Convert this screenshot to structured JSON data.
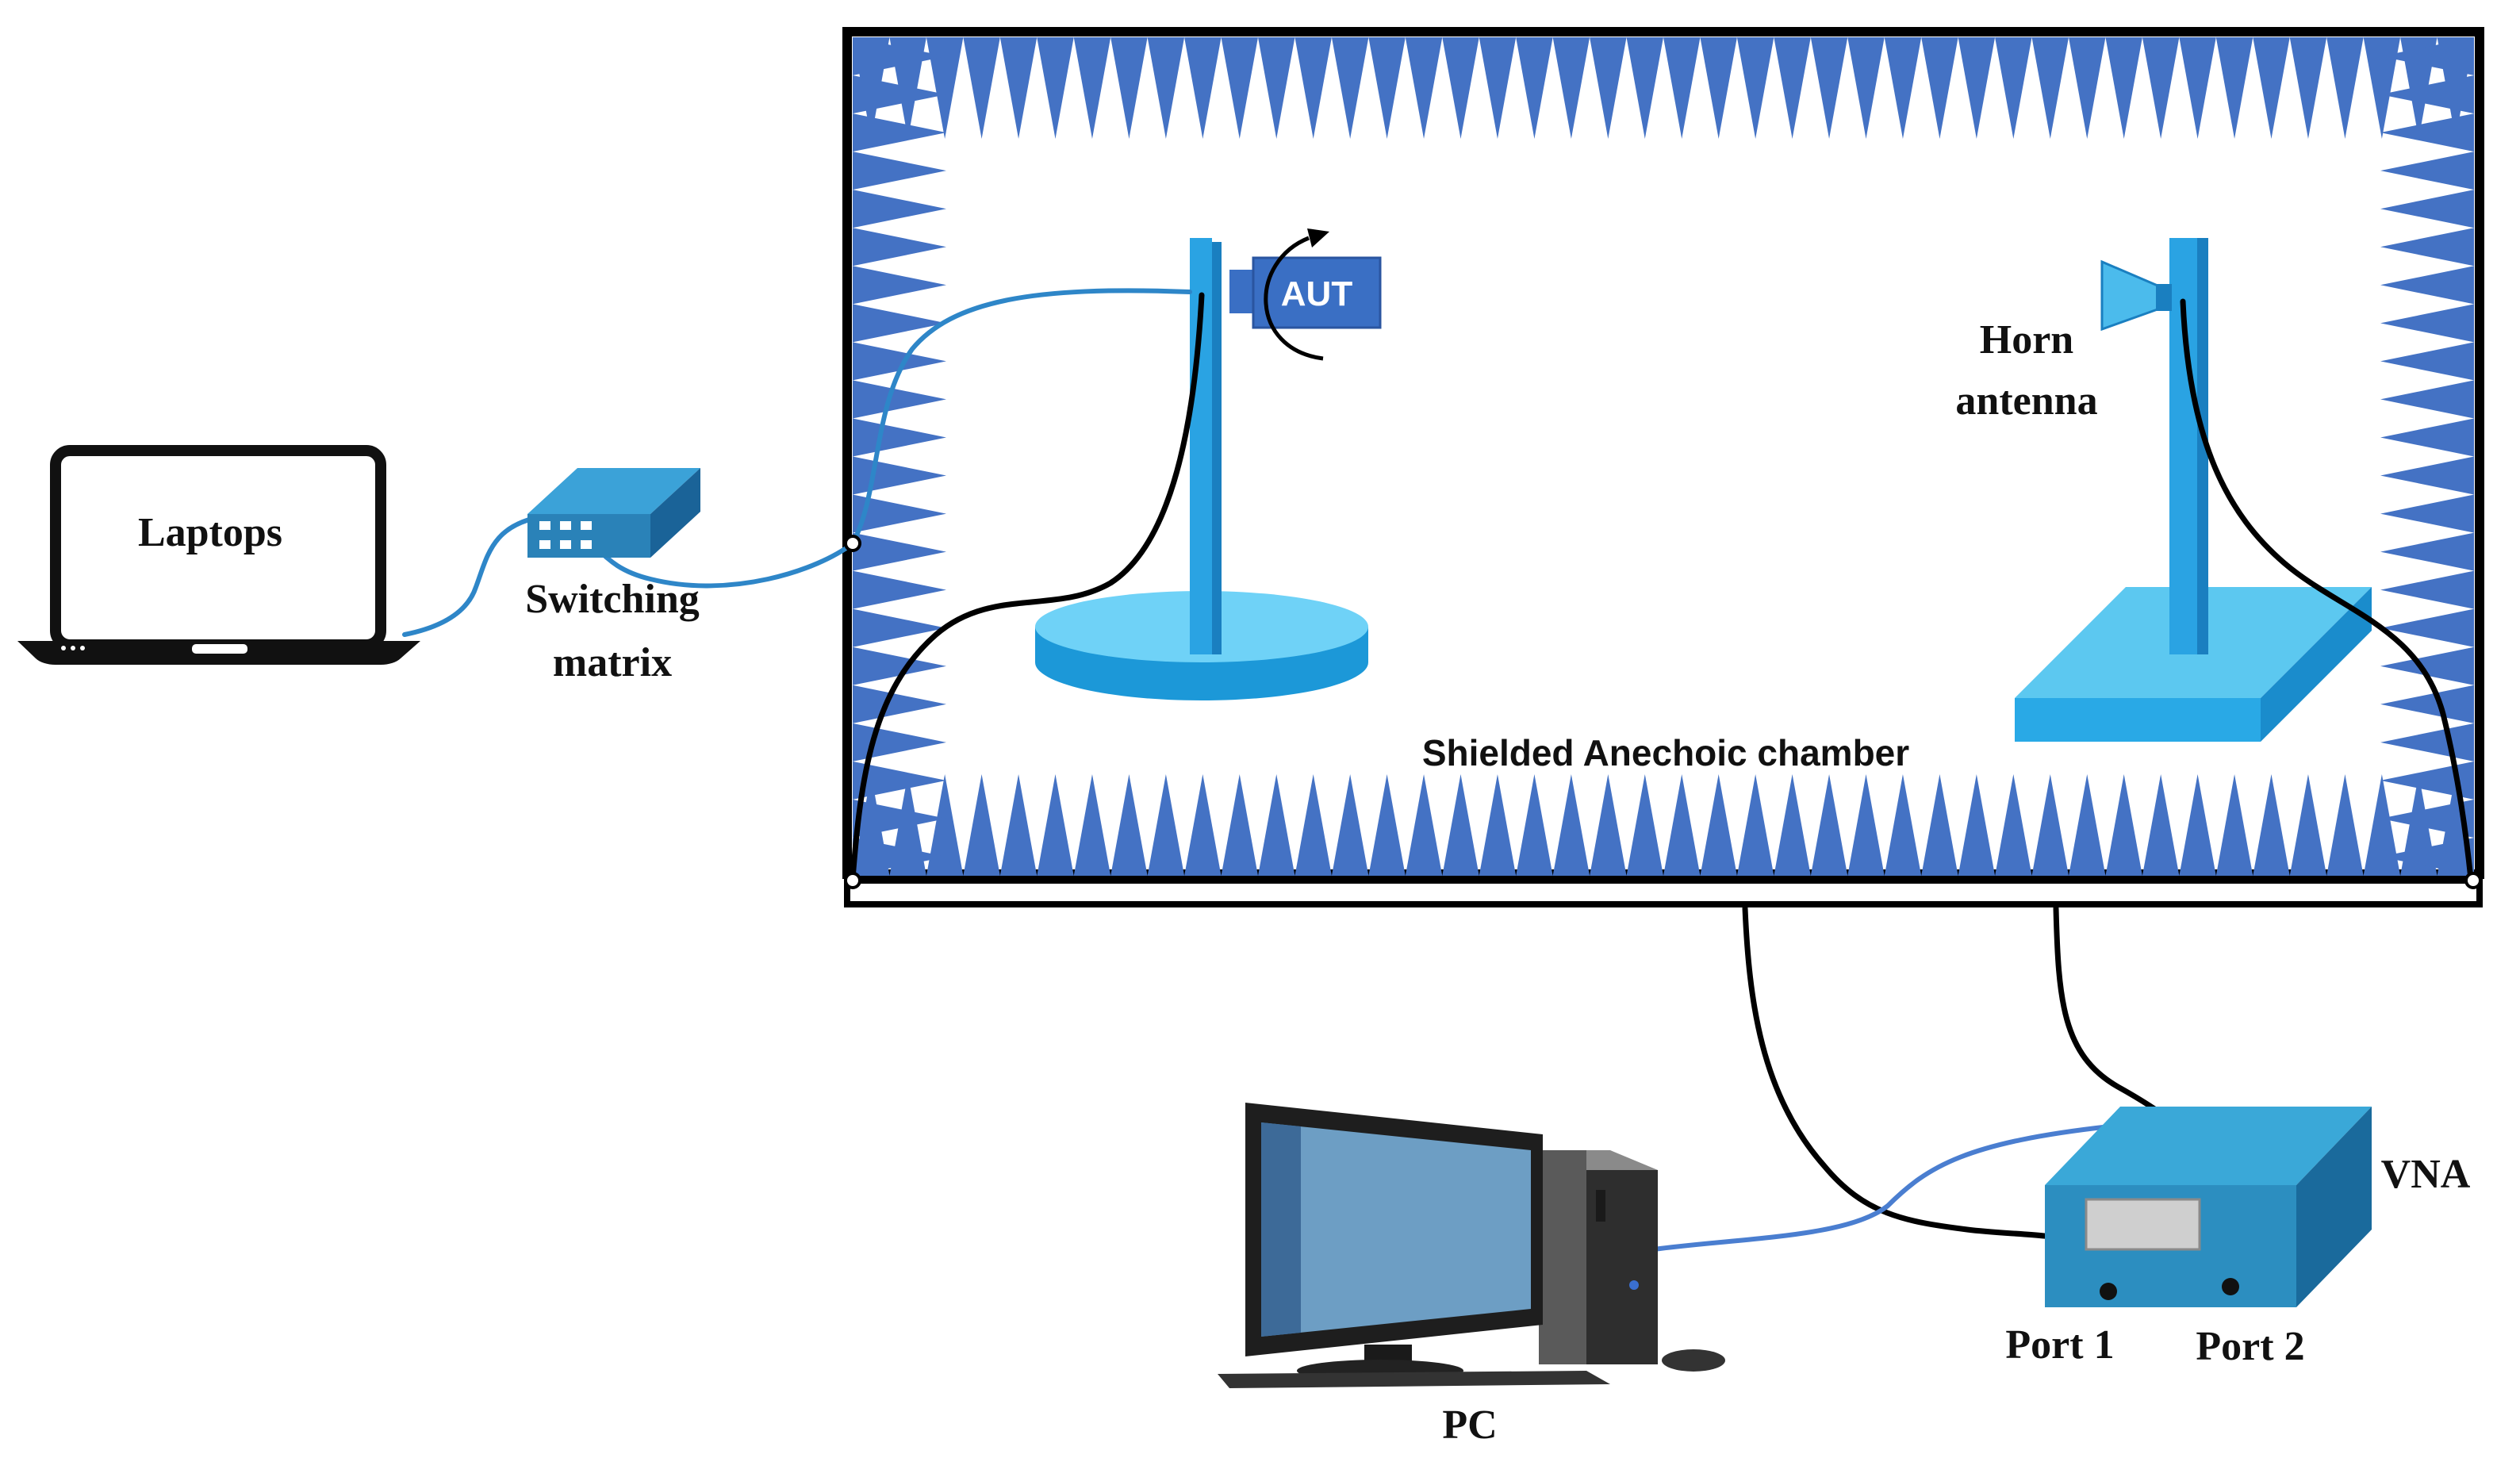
{
  "labels": {
    "laptops": "Laptops",
    "switching_line1": "Switching",
    "switching_line2": "matrix",
    "aut": "AUT",
    "horn_line1": "Horn",
    "horn_line2": "antenna",
    "chamber": "Shielded Anechoic chamber",
    "pc": "PC",
    "vna": "VNA",
    "port1": "Port 1",
    "port2": "Port 2"
  },
  "colors": {
    "absorber": "#4472c4",
    "cable_blue": "#2e86c8",
    "cable_black": "#000000",
    "fixture": "#29a9e6",
    "fixture_light": "#5cc8f0",
    "aut_box": "#3a6fc4",
    "switch_box": "#2a82b8",
    "vna_box": "#2c8ec0",
    "pc_screen": "#6d9ec4"
  },
  "icons": {
    "laptop": "laptop-icon",
    "switch": "switching-matrix-icon",
    "pc": "desktop-pc-icon",
    "vna": "vna-instrument-icon",
    "rotation": "rotation-arrow-icon"
  }
}
